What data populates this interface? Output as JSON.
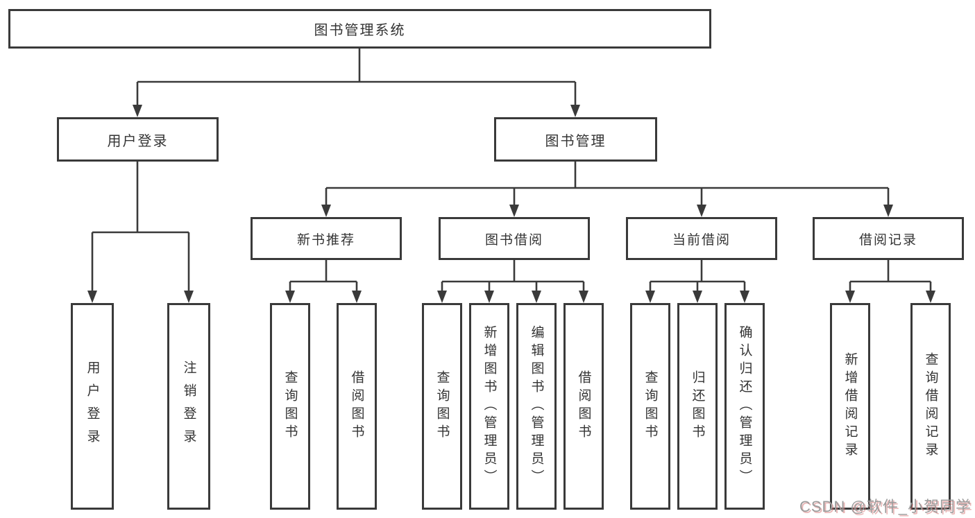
{
  "diagram": {
    "type": "hierarchy-tree",
    "colors": {
      "line": "#3a3a3a",
      "box_border": "#3a3a3a",
      "text": "#333333",
      "background": "#ffffff",
      "watermark_text": "#9b9b9b",
      "watermark_shadow": "#d67878"
    },
    "watermark": "CSDN @软件_小贺同学",
    "tree": {
      "label": "图书管理系统",
      "children": [
        {
          "label": "用户登录",
          "children": [
            {
              "label": "用户登录"
            },
            {
              "label": "注销登录"
            }
          ]
        },
        {
          "label": "图书管理",
          "children": [
            {
              "label": "新书推荐",
              "children": [
                {
                  "label": "查询图书"
                },
                {
                  "label": "借阅图书"
                }
              ]
            },
            {
              "label": "图书借阅",
              "children": [
                {
                  "label": "查询图书"
                },
                {
                  "label": "新增图书（管理员）"
                },
                {
                  "label": "编辑图书（管理员）"
                },
                {
                  "label": "借阅图书"
                }
              ]
            },
            {
              "label": "当前借阅",
              "children": [
                {
                  "label": "查询图书"
                },
                {
                  "label": "归还图书"
                },
                {
                  "label": "确认归还（管理员）"
                }
              ]
            },
            {
              "label": "借阅记录",
              "children": [
                {
                  "label": "新增借阅记录"
                },
                {
                  "label": "查询借阅记录"
                }
              ]
            }
          ]
        }
      ]
    }
  }
}
